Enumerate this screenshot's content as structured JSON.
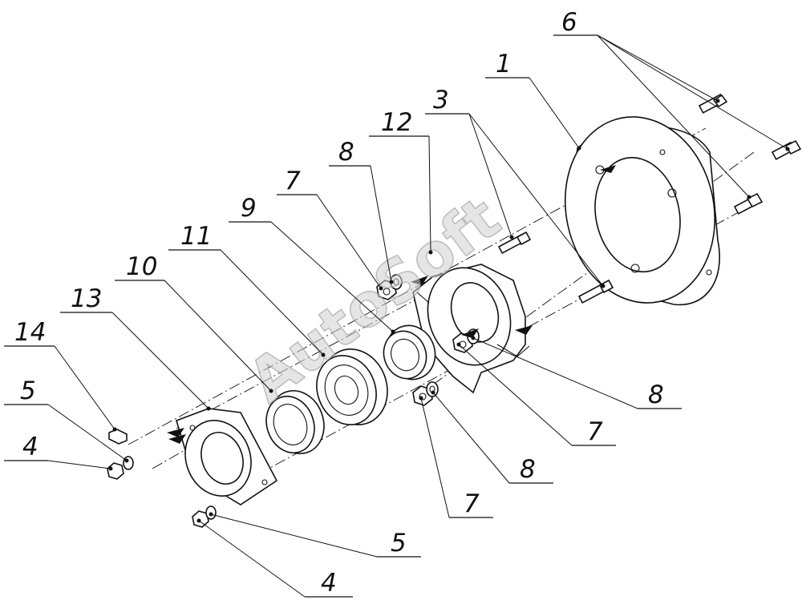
{
  "watermark": "AutoSoft",
  "callouts": [
    {
      "id": "c6",
      "label": "6"
    },
    {
      "id": "c1",
      "label": "1"
    },
    {
      "id": "c3",
      "label": "3"
    },
    {
      "id": "c12",
      "label": "12"
    },
    {
      "id": "c8a",
      "label": "8"
    },
    {
      "id": "c7a",
      "label": "7"
    },
    {
      "id": "c9",
      "label": "9"
    },
    {
      "id": "c11",
      "label": "11"
    },
    {
      "id": "c10",
      "label": "10"
    },
    {
      "id": "c13",
      "label": "13"
    },
    {
      "id": "c14",
      "label": "14"
    },
    {
      "id": "c5a",
      "label": "5"
    },
    {
      "id": "c4a",
      "label": "4"
    },
    {
      "id": "c8b",
      "label": "8"
    },
    {
      "id": "c7b",
      "label": "7"
    },
    {
      "id": "c8c",
      "label": "8"
    },
    {
      "id": "c7c",
      "label": "7"
    },
    {
      "id": "c5b",
      "label": "5"
    },
    {
      "id": "c4b",
      "label": "4"
    }
  ]
}
